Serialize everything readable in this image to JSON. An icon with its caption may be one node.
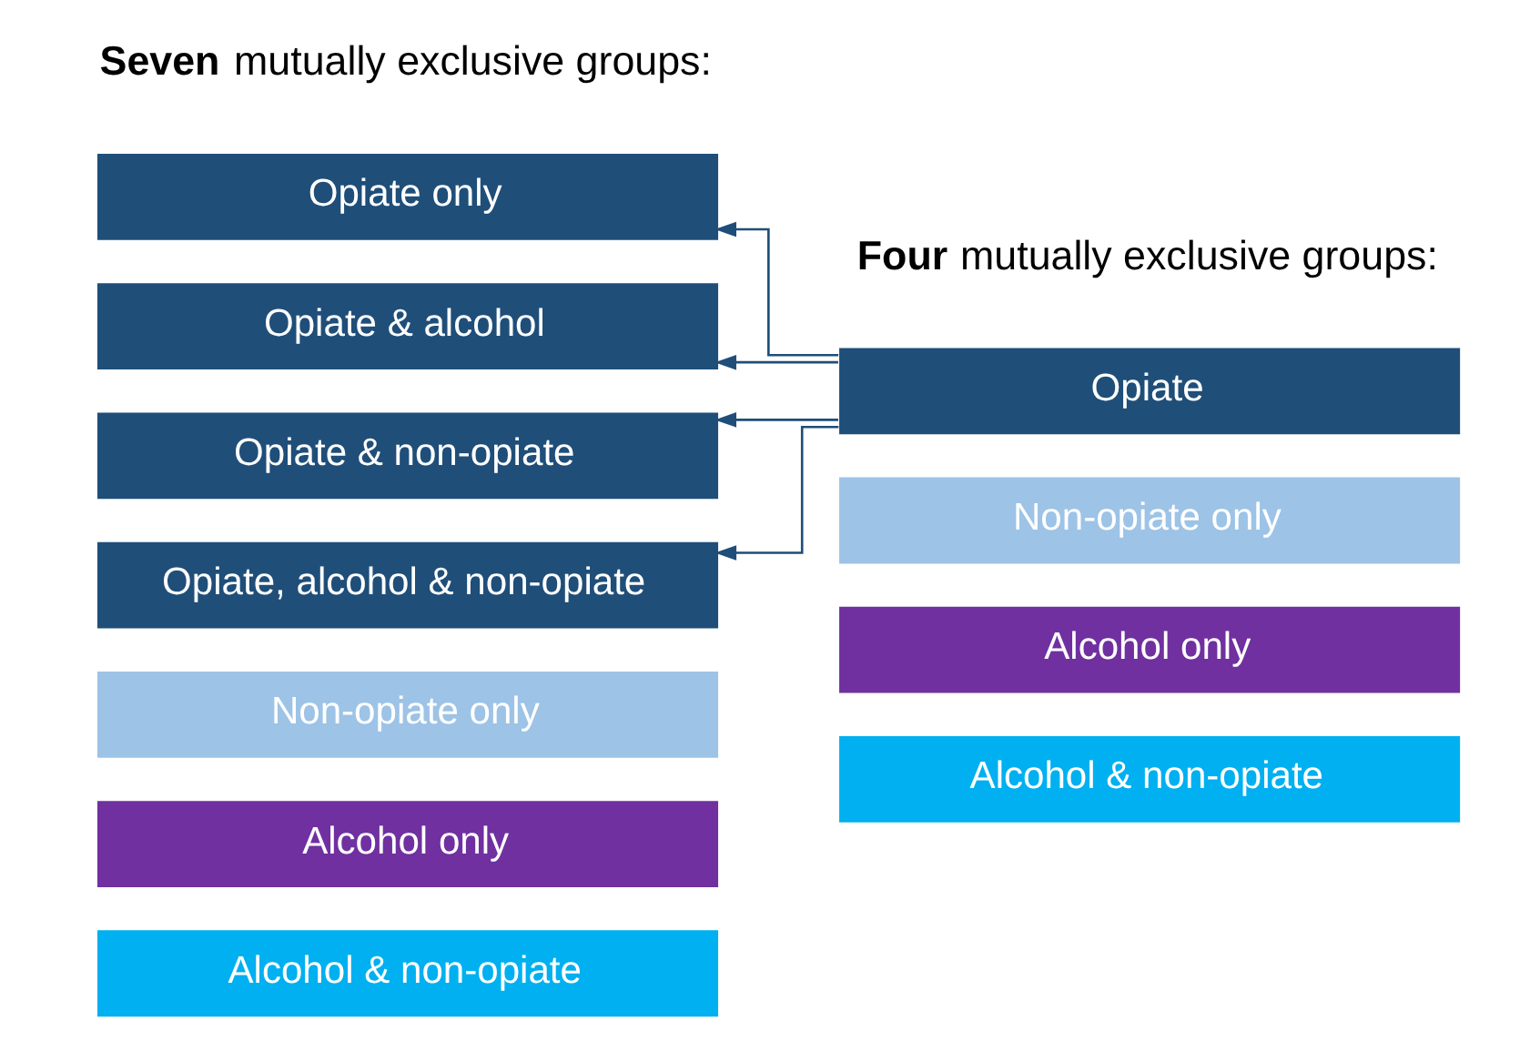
{
  "diagram": {
    "nodes": [
      {
        "text": [
          "Opiate only"
        ]
      },
      {
        "text": [
          "Opiate & alcohol"
        ]
      },
      {
        "text": [
          "Opiate & non-opiate"
        ]
      },
      {
        "text": [
          "Opiate, alcohol & non-opiate"
        ]
      },
      {
        "text": [
          "Non-opiate only"
        ]
      },
      {
        "text": [
          "Alcohol only"
        ]
      },
      {
        "text": [
          "Alcohol & non-opiate"
        ]
      },
      {
        "text": [
          "Opiate"
        ]
      },
      {
        "text": [
          "Non-opiate only"
        ]
      },
      {
        "text": [
          "Alcohol only"
        ]
      },
      {
        "text": [
          "Alcohol & non-opiate"
        ]
      }
    ],
    "edges": [
      {
        "from": 7,
        "to": 0,
        "arrow": "to"
      },
      {
        "from": 7,
        "to": 1,
        "arrow": "to"
      },
      {
        "from": 7,
        "to": 2,
        "arrow": "to"
      },
      {
        "from": 7,
        "to": 3,
        "arrow": "to"
      }
    ],
    "labels": [
      "**Seven** mutually exclusive groups:",
      "**Four** mutually exclusive groups:"
    ]
  }
}
